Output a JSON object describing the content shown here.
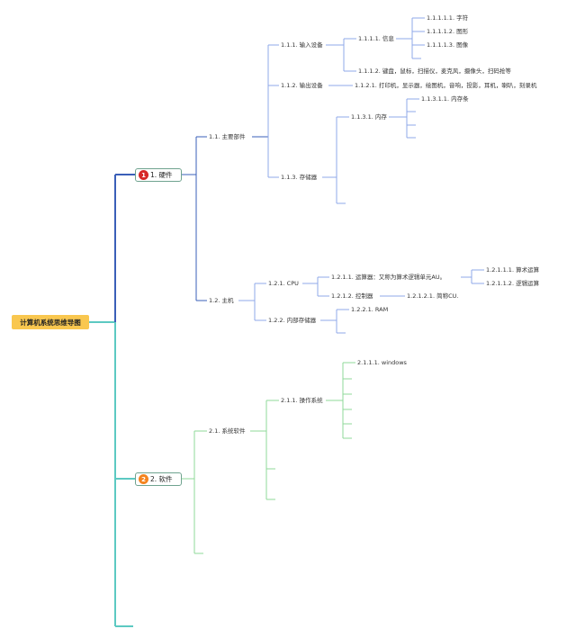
{
  "root": "计算机系统思维导图",
  "colors": {
    "root_bg": "#f9c74f",
    "badge1": "#d62828",
    "badge2": "#f4841f",
    "trunk": "#5cc9c2",
    "hw": "#3a5fb8",
    "hw_light": "#8fa8e8",
    "sw": "#8fd89a"
  },
  "branches": [
    {
      "number": "1",
      "label": "1. 硬件"
    },
    {
      "number": "2",
      "label": "2. 软件"
    }
  ],
  "nodes": {
    "n11": "1.1. 主要部件",
    "n111": "1.1.1. 输入设备",
    "n1111": "1.1.1.1. 信息",
    "n11111": "1.1.1.1.1. 字符",
    "n11112": "1.1.1.1.2. 图形",
    "n11113": "1.1.1.1.3. 图像",
    "n1112": "1.1.1.2. 键盘，鼠标，扫描仪，麦克风，摄像头，扫码抢等",
    "n112": "1.1.2. 输出设备",
    "n1121": "1.1.2.1. 打印机，显示器，绘图机，音响，投影，耳机，喇叭，刻录机",
    "n113": "1.1.3. 存储器",
    "n1131": "1.1.3.1. 内存",
    "n11311": "1.1.3.1.1. 内存条",
    "n12": "1.2. 主机",
    "n121": "1.2.1. CPU",
    "n1211": "1.2.1.1. 运算器：又称为算术逻辑单元AU。",
    "n12111": "1.2.1.1.1. 算术运算",
    "n12112": "1.2.1.1.2. 逻辑运算",
    "n1212": "1.2.1.2. 控制器",
    "n12121": "1.2.1.2.1. 简称CU.",
    "n122": "1.2.2. 内部存储器",
    "n1221": "1.2.2.1. RAM",
    "n21": "2.1. 系统软件",
    "n211": "2.1.1. 操作系统",
    "n2111": "2.1.1.1. windows"
  }
}
